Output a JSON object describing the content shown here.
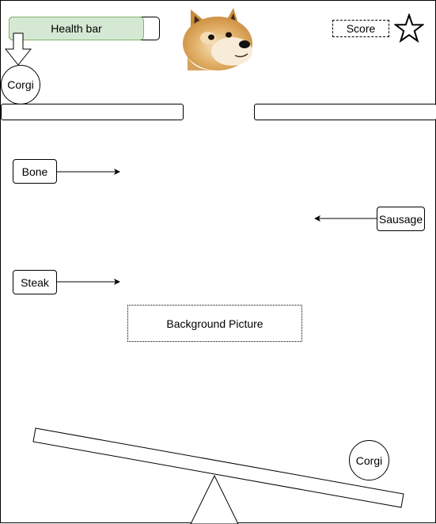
{
  "hud": {
    "health_bar_label": "Health bar",
    "score_label": "Score",
    "health_fill_color": "#d5e8d4",
    "health_stroke_color": "#82b366"
  },
  "player": {
    "label": "Corgi"
  },
  "foods": {
    "bone": "Bone",
    "sausage": "Sausage",
    "steak": "Steak"
  },
  "background_label": "Background Picture",
  "seesaw_corgi": {
    "label": "Corgi"
  },
  "icons": {
    "doge": "doge-face-icon",
    "star": "star-icon",
    "down_arrow": "down-arrow-icon"
  }
}
